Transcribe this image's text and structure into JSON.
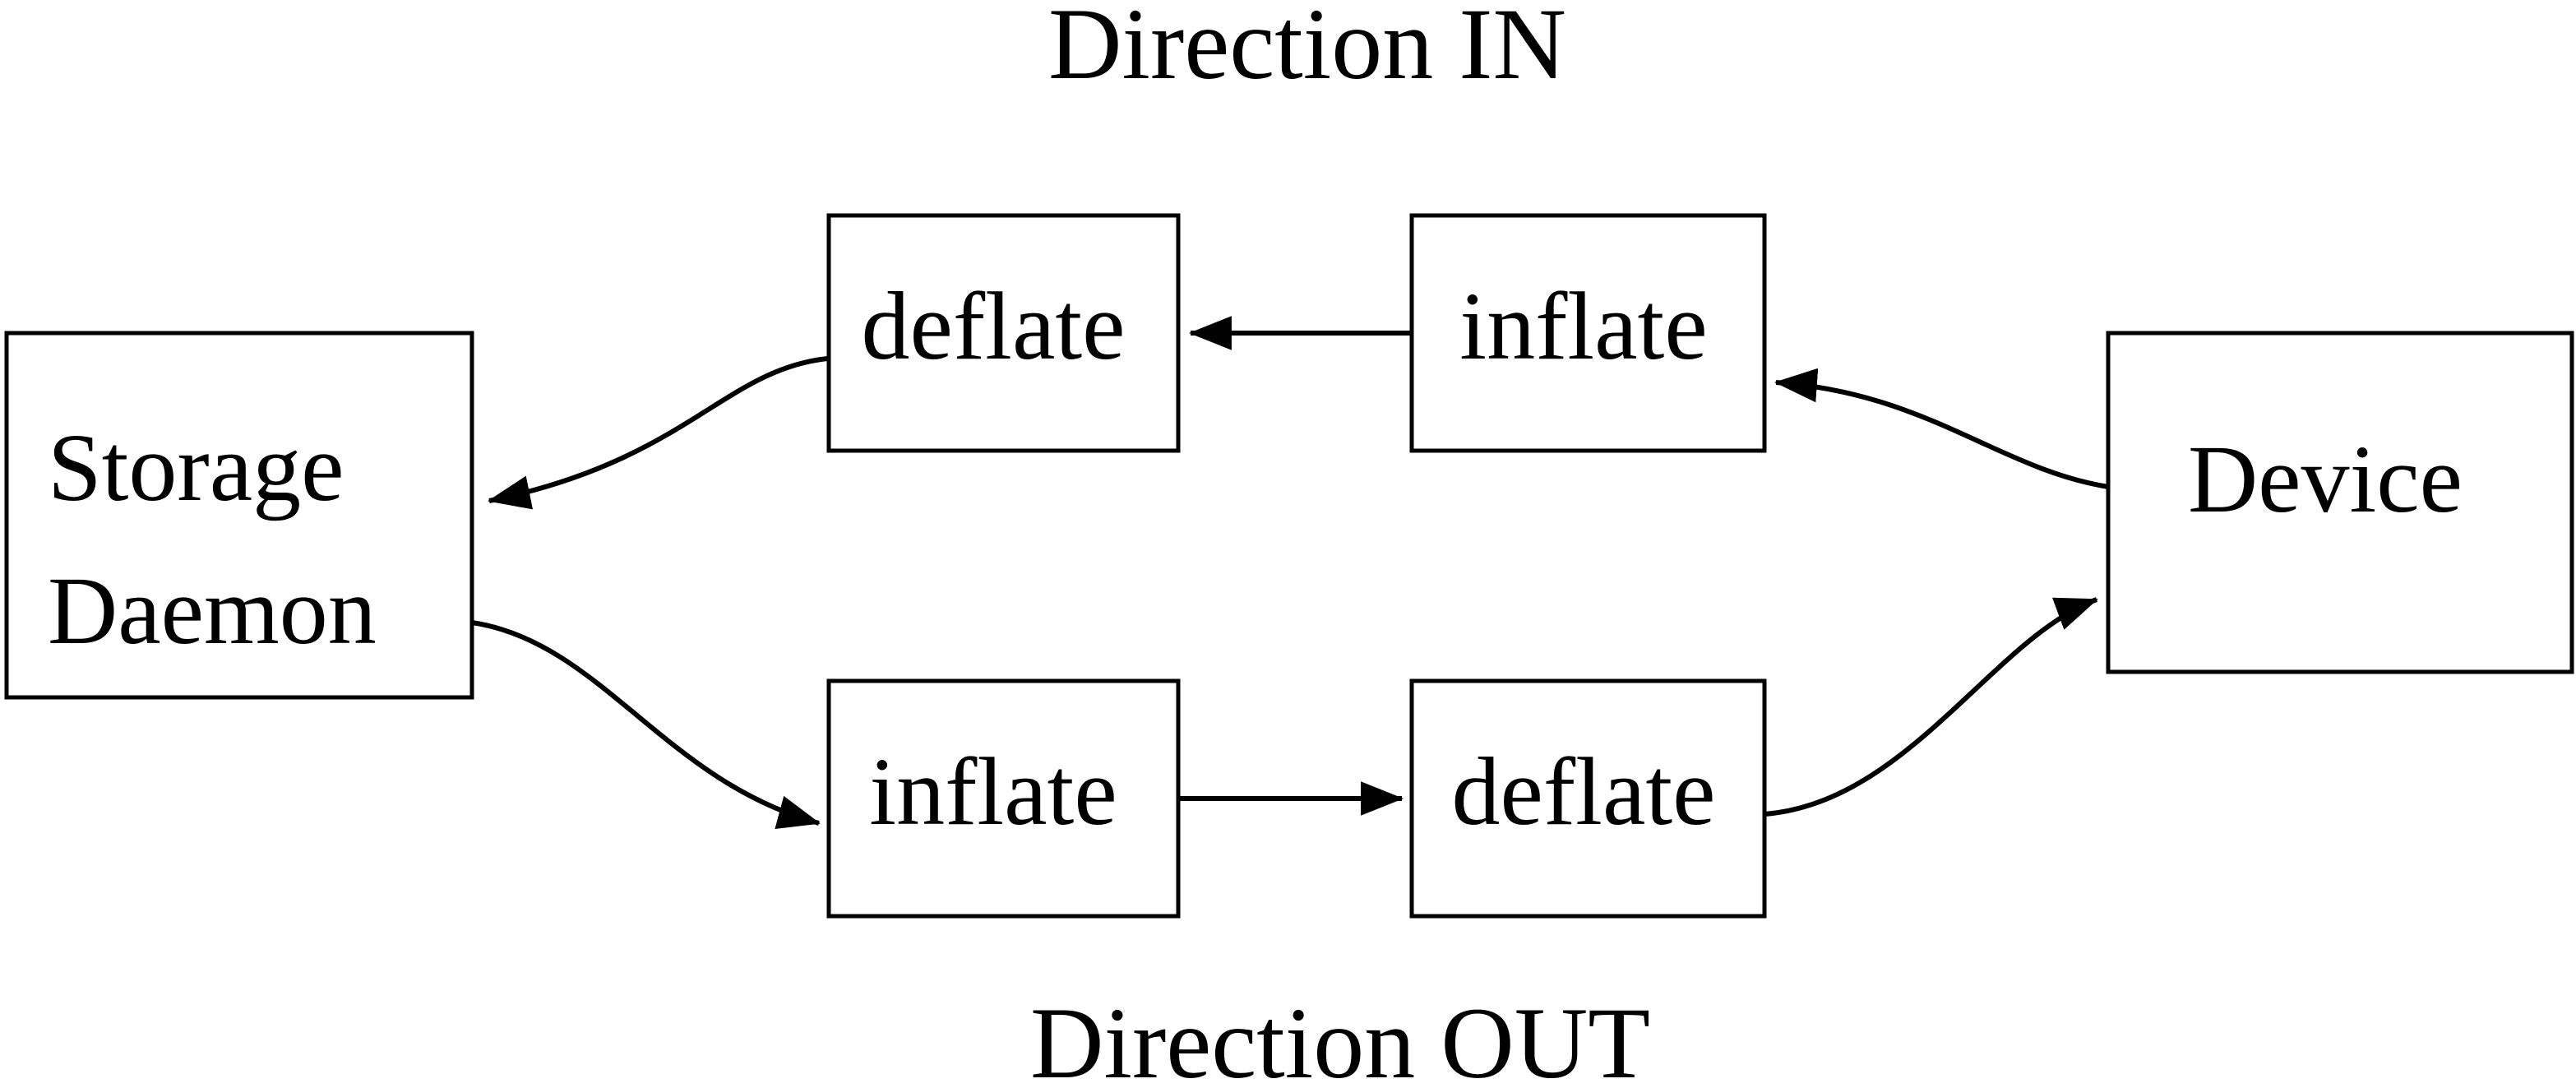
{
  "diagram": {
    "title_top": "Direction IN",
    "title_bottom": "Direction OUT",
    "colors": {
      "line": "#000000",
      "background": "#ffffff",
      "text": "#000000"
    },
    "nodes": {
      "storage_daemon": {
        "label_line1": "Storage",
        "label_line2": "Daemon"
      },
      "deflate_in": {
        "label": "deflate"
      },
      "inflate_in": {
        "label": "inflate"
      },
      "device": {
        "label": "Device"
      },
      "inflate_out": {
        "label": "inflate"
      },
      "deflate_out": {
        "label": "deflate"
      }
    },
    "edges": [
      {
        "from": "device",
        "to": "inflate_in",
        "direction": "IN"
      },
      {
        "from": "inflate_in",
        "to": "deflate_in",
        "direction": "IN"
      },
      {
        "from": "deflate_in",
        "to": "storage_daemon",
        "direction": "IN"
      },
      {
        "from": "storage_daemon",
        "to": "inflate_out",
        "direction": "OUT"
      },
      {
        "from": "inflate_out",
        "to": "deflate_out",
        "direction": "OUT"
      },
      {
        "from": "deflate_out",
        "to": "device",
        "direction": "OUT"
      }
    ]
  }
}
